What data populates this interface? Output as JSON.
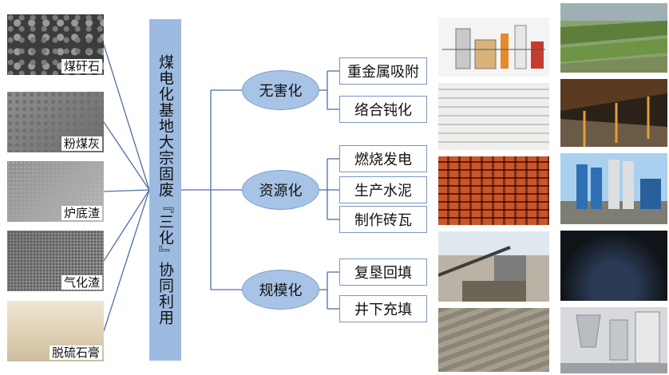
{
  "left_materials": [
    {
      "label": "煤矸石",
      "icon": "coal-gangue-photo"
    },
    {
      "label": "粉煤灰",
      "icon": "fly-ash-photo"
    },
    {
      "label": "炉底渣",
      "icon": "bottom-slag-photo"
    },
    {
      "label": "气化渣",
      "icon": "gasification-slag-photo"
    },
    {
      "label": "脱硫石膏",
      "icon": "desulfurization-gypsum-photo"
    }
  ],
  "central_title": "煤电化基地大宗固废『三化』协同利用",
  "branches": [
    {
      "label": "无害化",
      "items": [
        "重金属吸附",
        "络合钝化"
      ]
    },
    {
      "label": "资源化",
      "items": [
        "燃烧发电",
        "生产水泥",
        "制作砖瓦"
      ]
    },
    {
      "label": "规模化",
      "items": [
        "复垦回填",
        "井下充填"
      ]
    }
  ],
  "photos": [
    {
      "icon": "power-plant-schematic-photo"
    },
    {
      "icon": "green-terraces-photo"
    },
    {
      "icon": "cement-bags-photo"
    },
    {
      "icon": "underground-tunnel-photo"
    },
    {
      "icon": "hollow-bricks-photo"
    },
    {
      "icon": "cement-plant-photo"
    },
    {
      "icon": "crushing-plant-photo"
    },
    {
      "icon": "mine-backfill-photo"
    },
    {
      "icon": "reclaimed-field-photo"
    },
    {
      "icon": "processing-facility-photo"
    }
  ],
  "colors": {
    "central_bar": "#9dbbe0",
    "ellipse": "#a7c3e6",
    "connector": "#4f6fa6",
    "box_border": "#7d97c3"
  }
}
